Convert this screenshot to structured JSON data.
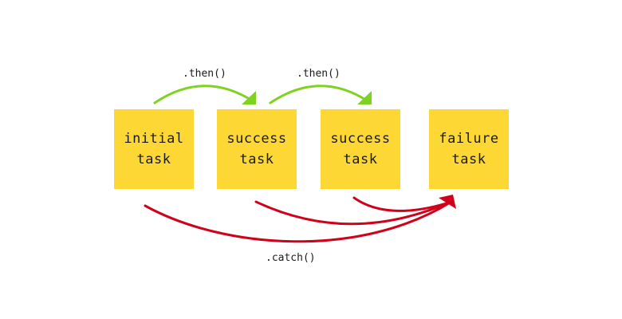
{
  "boxes": [
    {
      "id": "initial",
      "line1": "initial",
      "line2": "task"
    },
    {
      "id": "success1",
      "line1": "success",
      "line2": "task"
    },
    {
      "id": "success2",
      "line1": "success",
      "line2": "task"
    },
    {
      "id": "failure",
      "line1": "failure",
      "line2": "task"
    }
  ],
  "labels": {
    "then1": ".then()",
    "then2": ".then()",
    "catch": ".catch()"
  },
  "colors": {
    "box_fill": "#fdd835",
    "then_arrow": "#7ed321",
    "catch_arrow": "#d0021b",
    "text": "#1a1a1a"
  }
}
